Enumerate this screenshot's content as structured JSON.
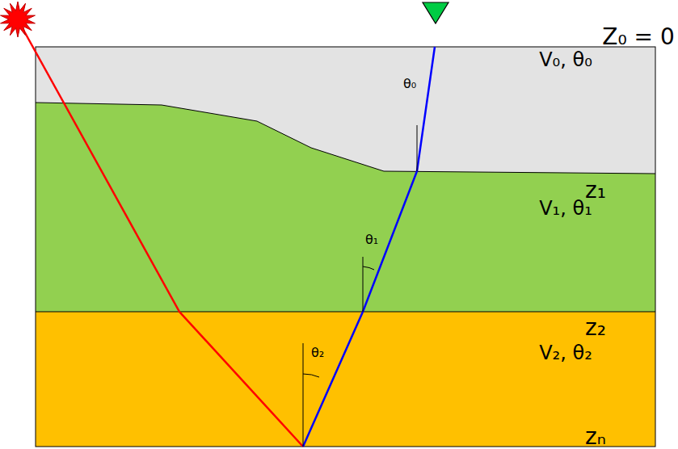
{
  "diagram": {
    "labels": [
      "Z₀ = 0",
      "V₀, θ₀",
      "θ₀",
      "z₁",
      "V₁, θ₁",
      "θ₁",
      "z₂",
      "V₂, θ₂",
      "θ₂",
      "zₙ"
    ]
  }
}
